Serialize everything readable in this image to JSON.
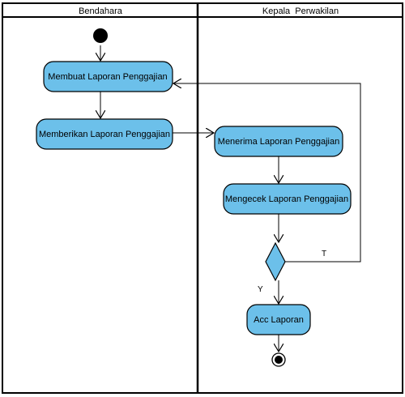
{
  "colors": {
    "activity_fill": "#6cc0ea",
    "stroke": "#000000",
    "background": "#ffffff"
  },
  "swimlanes": [
    {
      "name": "Bendahara"
    },
    {
      "name": "Kepala  Perwakilan"
    }
  ],
  "nodes": {
    "start": {
      "type": "initial"
    },
    "membuat": {
      "type": "activity",
      "label": "Membuat Laporan Penggajian"
    },
    "memberikan": {
      "type": "activity",
      "label": "Memberikan Laporan Penggajian"
    },
    "menerima": {
      "type": "activity",
      "label": "Menerima Laporan Penggajian"
    },
    "mengecek": {
      "type": "activity",
      "label": "Mengecek Laporan Penggajian"
    },
    "decision": {
      "type": "decision"
    },
    "acc": {
      "type": "activity",
      "label": "Acc Laporan"
    },
    "end": {
      "type": "final"
    }
  },
  "edges": [
    {
      "from": "start",
      "to": "membuat"
    },
    {
      "from": "membuat",
      "to": "memberikan"
    },
    {
      "from": "memberikan",
      "to": "menerima"
    },
    {
      "from": "menerima",
      "to": "mengecek"
    },
    {
      "from": "mengecek",
      "to": "decision"
    },
    {
      "from": "decision",
      "to": "membuat",
      "guard": "T"
    },
    {
      "from": "decision",
      "to": "acc",
      "guard": "Y"
    },
    {
      "from": "acc",
      "to": "end"
    }
  ]
}
